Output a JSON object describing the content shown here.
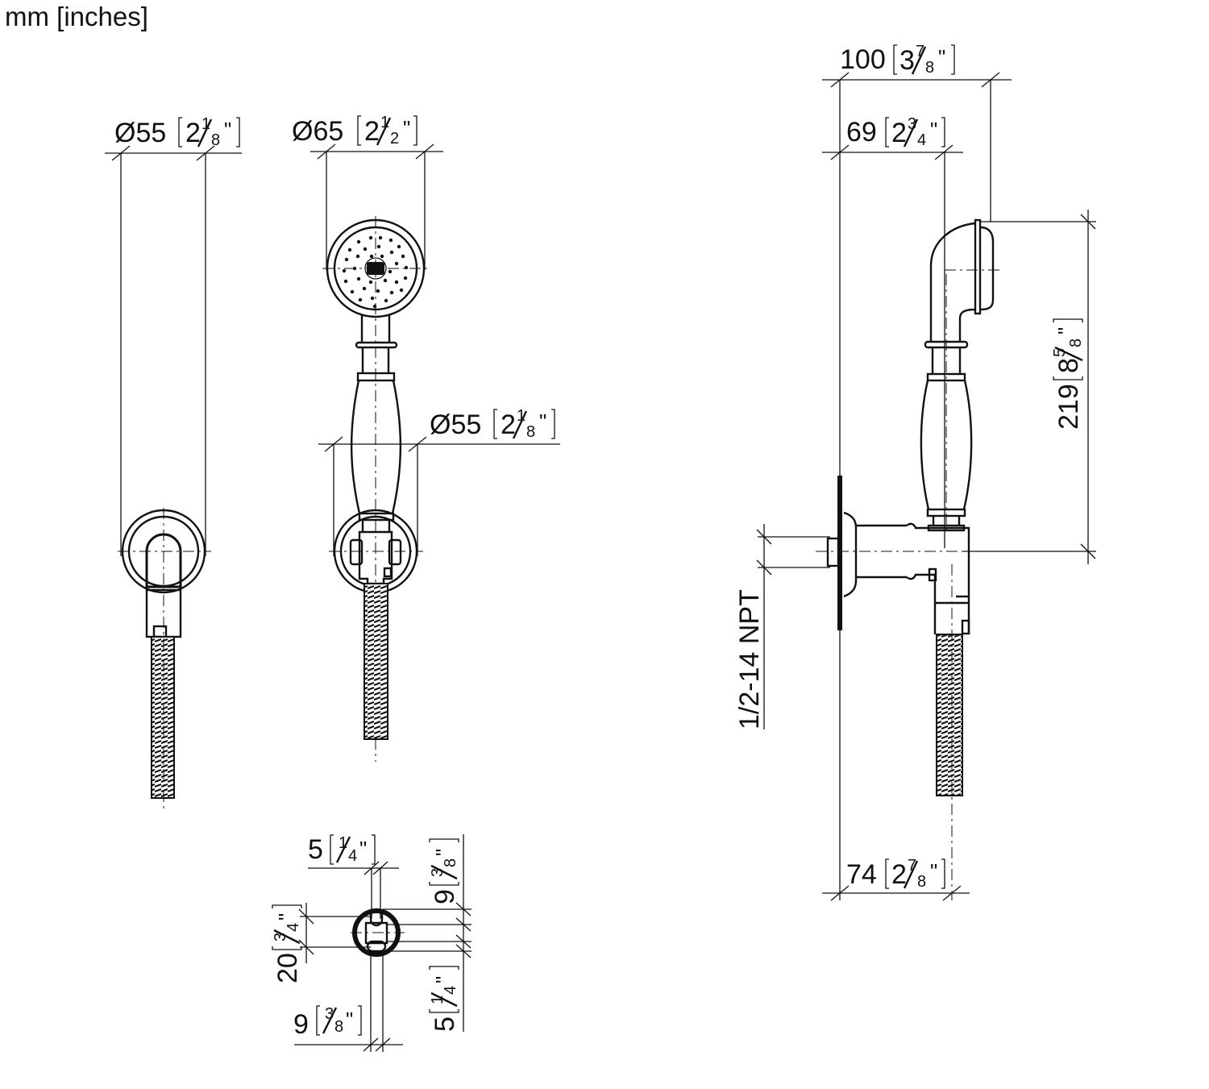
{
  "units_label": "mm [inches]",
  "views": {
    "wall_holder_front": {
      "diameter_mm": "Ø55",
      "diameter_in_whole": "2",
      "diameter_in_num": "1",
      "diameter_in_den": "8"
    },
    "hand_shower_front": {
      "head_diameter_mm": "Ø65",
      "head_in_whole": "2",
      "head_in_num": "1",
      "head_in_den": "2",
      "holder_diameter_mm": "Ø55",
      "holder_in_whole": "2",
      "holder_in_num": "1",
      "holder_in_den": "8"
    },
    "side_view": {
      "overall_depth_mm": "100",
      "overall_in_whole": "3",
      "overall_in_num": "7",
      "overall_in_den": "8",
      "head_offset_mm": "69",
      "head_offset_in_whole": "2",
      "head_offset_in_num": "3",
      "head_offset_in_den": "4",
      "height_mm": "219",
      "height_in_whole": "8",
      "height_in_num": "5",
      "height_in_den": "8",
      "thread_label": "1/2-14 NPT",
      "projection_mm": "74",
      "projection_in_whole": "2",
      "projection_in_num": "7",
      "projection_in_den": "8"
    },
    "mounting_detail": {
      "top_width_mm": "5",
      "top_width_in_num": "1",
      "top_width_in_den": "4",
      "bottom_width_mm": "9",
      "bottom_width_in_num": "3",
      "bottom_width_in_den": "8",
      "left_height_mm": "20",
      "left_height_in_num": "3",
      "left_height_in_den": "4",
      "right_upper_mm": "9",
      "right_upper_in_num": "3",
      "right_upper_in_den": "8",
      "right_lower_mm": "5",
      "right_lower_in_num": "1",
      "right_lower_in_den": "4"
    }
  }
}
